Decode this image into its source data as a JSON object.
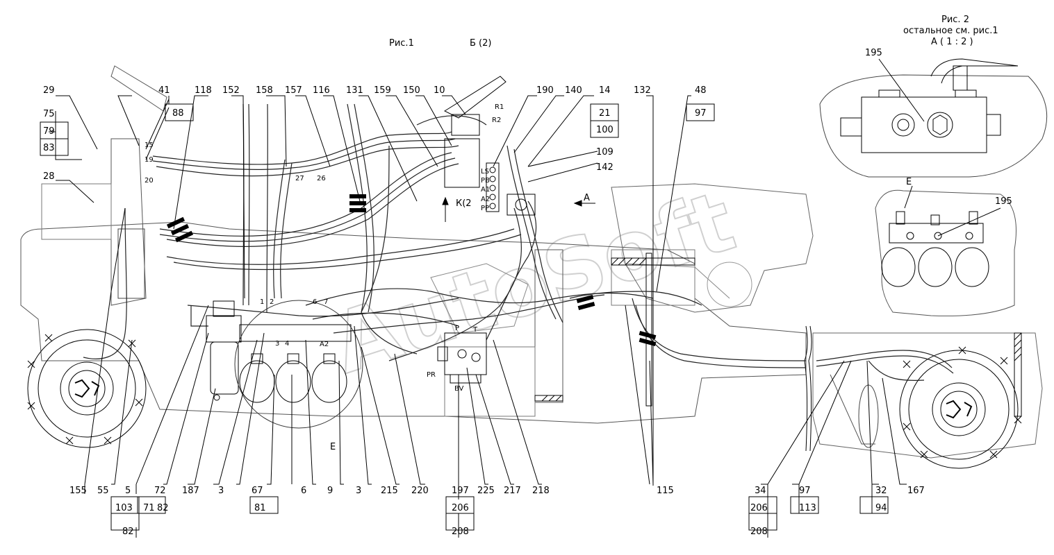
{
  "titles": {
    "fig1": "Рис.1",
    "view_b": "Б (2)",
    "fig2": "Рис. 2",
    "fig2_note": "остальное см. рис.1",
    "view_a": "А ( 1 : 2 )",
    "view_e_main": "Е",
    "view_e_inset": "Е",
    "view_k": "К(2",
    "arrow_a": "А"
  },
  "watermark": "AutoSoft",
  "valve_ports": [
    "LS",
    "PB",
    "A1",
    "A2",
    "PP"
  ],
  "block_labels": [
    "R1",
    "R2",
    "P",
    "T",
    "PR",
    "BV",
    "A2",
    "1",
    "2",
    "3",
    "4",
    "6",
    "7",
    "15",
    "19",
    "20",
    "27",
    "26"
  ],
  "callouts_top": [
    "29",
    "75",
    "79",
    "83",
    "28",
    "41",
    "88",
    "118",
    "152",
    "158",
    "157",
    "116",
    "131",
    "159",
    "150",
    "10",
    "190",
    "140",
    "14",
    "21",
    "100",
    "109",
    "142",
    "132",
    "48",
    "97"
  ],
  "callouts_bottom": [
    "155",
    "55",
    "103",
    "5",
    "71",
    "82",
    "72",
    "82",
    "187",
    "3",
    "67",
    "81",
    "6",
    "9",
    "3",
    "215",
    "220",
    "197",
    "206",
    "208",
    "225",
    "217",
    "218",
    "115",
    "34",
    "206",
    "208",
    "97",
    "113",
    "32",
    "94",
    "167"
  ],
  "callouts_inset": [
    "195",
    "195"
  ]
}
